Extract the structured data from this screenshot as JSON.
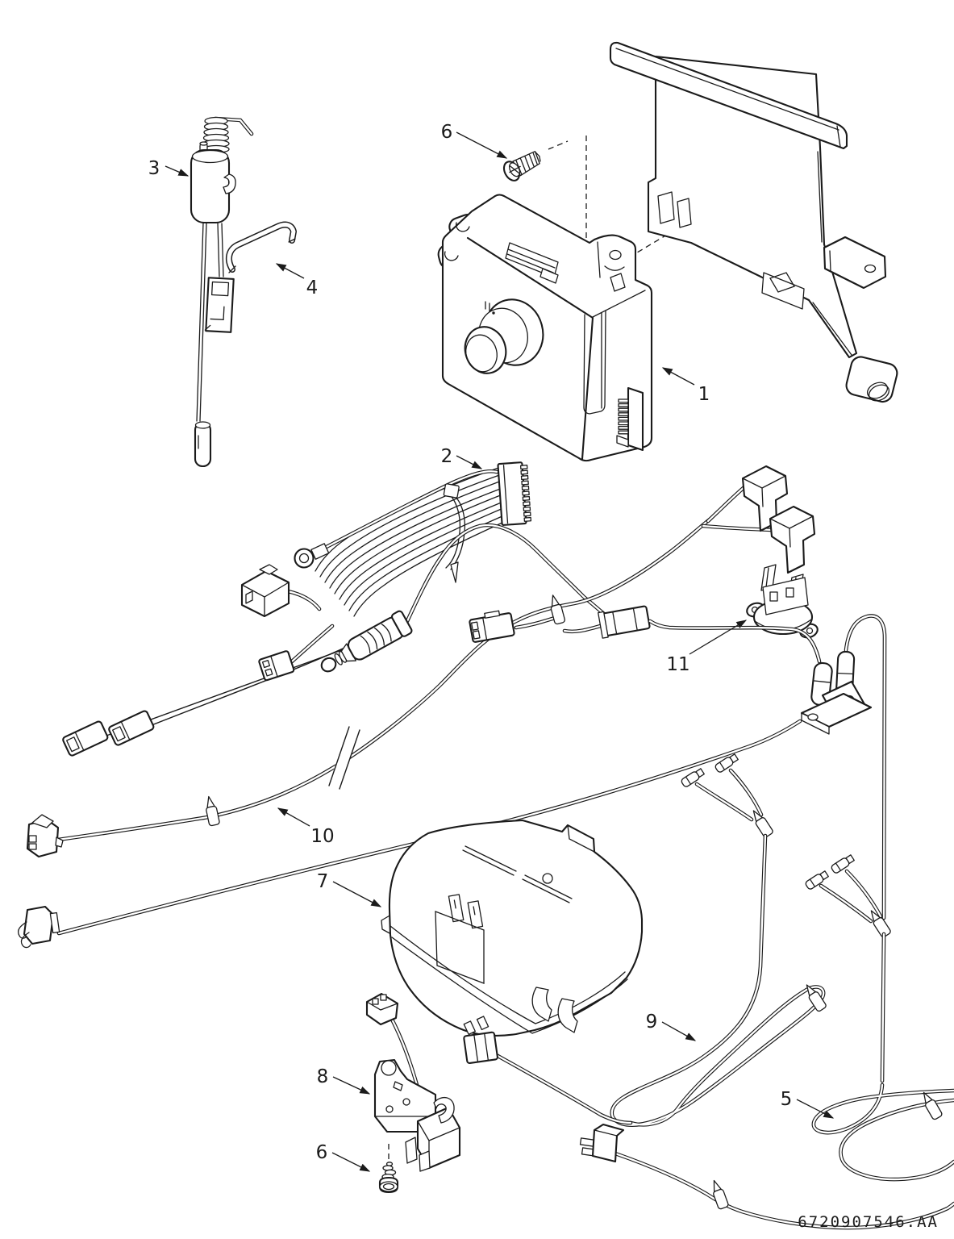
{
  "diagram": {
    "document_code": "6720907546.AA",
    "colors": {
      "line": "#1b1b1b",
      "background": "#ffffff"
    },
    "callouts": [
      {
        "label": "3"
      },
      {
        "label": "4"
      },
      {
        "label": "6"
      },
      {
        "label": "1"
      },
      {
        "label": "2"
      },
      {
        "label": "11"
      },
      {
        "label": "10"
      },
      {
        "label": "7"
      },
      {
        "label": "8"
      },
      {
        "label": "6"
      },
      {
        "label": "9"
      },
      {
        "label": "5"
      }
    ]
  }
}
